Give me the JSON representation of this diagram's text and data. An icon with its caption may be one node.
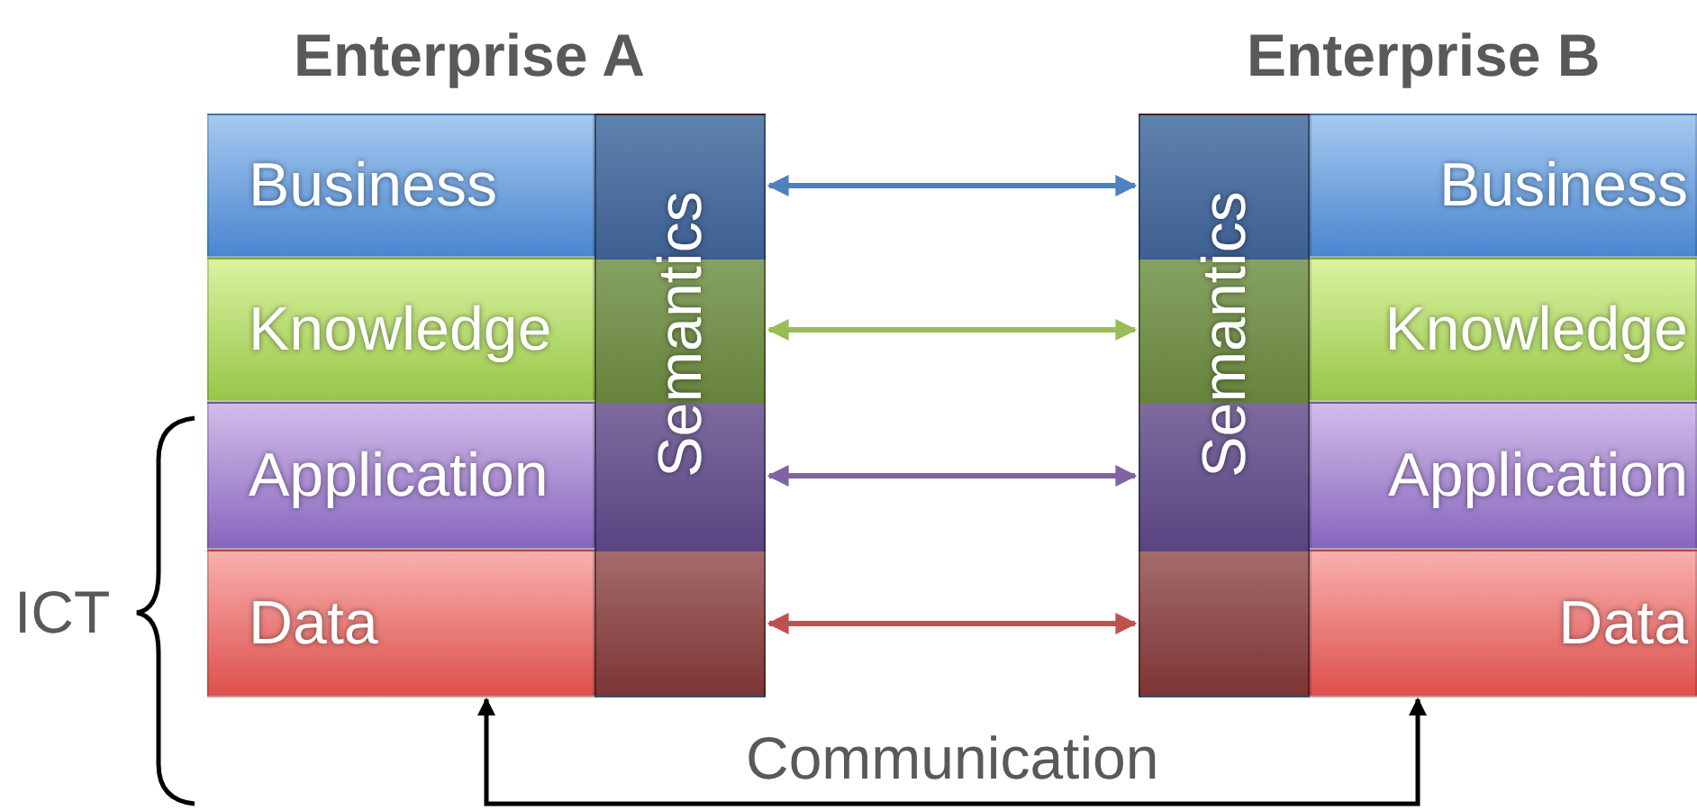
{
  "diagram": {
    "nodes": [
      {
        "text": [
          "Enterprise A"
        ]
      },
      {
        "text": [
          "Business"
        ],
        "in": 0
      },
      {
        "text": [
          "Knowledge"
        ],
        "in": 0
      },
      {
        "text": [
          "Application"
        ],
        "in": 0
      },
      {
        "text": [
          "Data"
        ],
        "in": 0
      },
      {
        "text": [
          "Semantics"
        ],
        "in": 0
      },
      {
        "text": [
          "Enterprise B"
        ]
      },
      {
        "text": [
          "Business"
        ],
        "in": 6
      },
      {
        "text": [
          "Knowledge"
        ],
        "in": 6
      },
      {
        "text": [
          "Application"
        ],
        "in": 6
      },
      {
        "text": [
          "Data"
        ],
        "in": 6
      },
      {
        "text": [
          "Semantics"
        ],
        "in": 6
      }
    ],
    "edges": [
      {
        "from": 5,
        "to": 11,
        "arrow": "both",
        "color": "#4f81bd"
      },
      {
        "from": 5,
        "to": 11,
        "arrow": "both",
        "color": "#9bbb59"
      },
      {
        "from": 5,
        "to": 11,
        "arrow": "both",
        "color": "#8064a2"
      },
      {
        "from": 5,
        "to": 11,
        "arrow": "both",
        "color": "#c0504d"
      },
      {
        "from": 0,
        "to": 6,
        "arrow": "both",
        "label": "Communication",
        "color": "#000000"
      }
    ],
    "labels": [
      "ICT"
    ]
  }
}
